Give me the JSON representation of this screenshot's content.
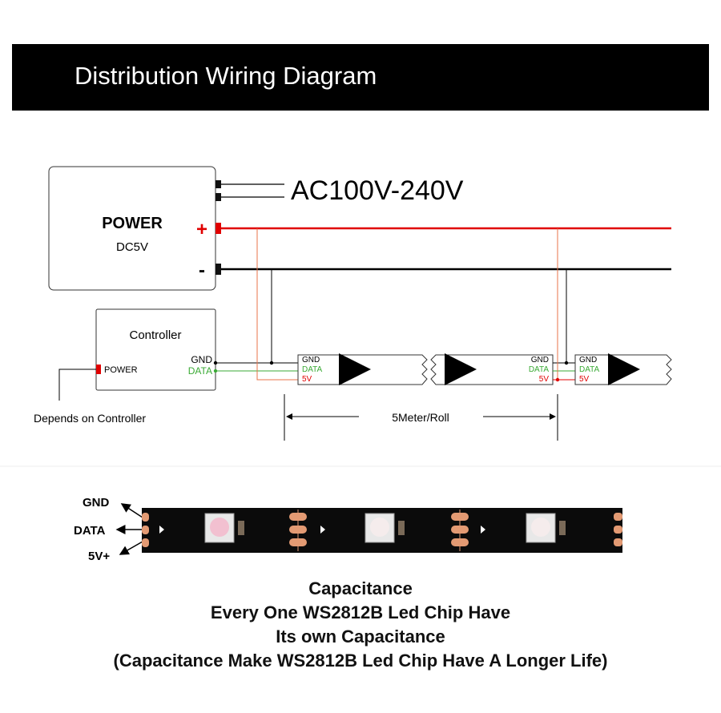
{
  "header": {
    "title": "Distribution Wiring Diagram"
  },
  "power_supply": {
    "title": "POWER",
    "voltage": "DC5V",
    "plus_label": "+",
    "minus_label": "-"
  },
  "ac_input": {
    "label": "AC100V-240V"
  },
  "controller": {
    "title": "Controller",
    "power_label": "POWER",
    "gnd_label": "GND",
    "data_label": "DATA",
    "note": "Depends on Controller"
  },
  "strip_labels": {
    "gnd": "GND",
    "data": "DATA",
    "v5": "5V"
  },
  "length_label": "5Meter/Roll",
  "led_strip": {
    "pin_gnd": "GND",
    "pin_data": "DATA",
    "pin_5v": "5V+"
  },
  "caption": {
    "line1": "Capacitance",
    "line2": "Every One WS2812B Led Chip Have",
    "line3": "Its own Capacitance",
    "line4": "(Capacitance Make WS2812B Led Chip Have A Longer Life)"
  },
  "colors": {
    "power_red": "#e00000",
    "data_green": "#3aaa35",
    "tap_orange": "#e8734a",
    "copper": "#e39a73"
  }
}
